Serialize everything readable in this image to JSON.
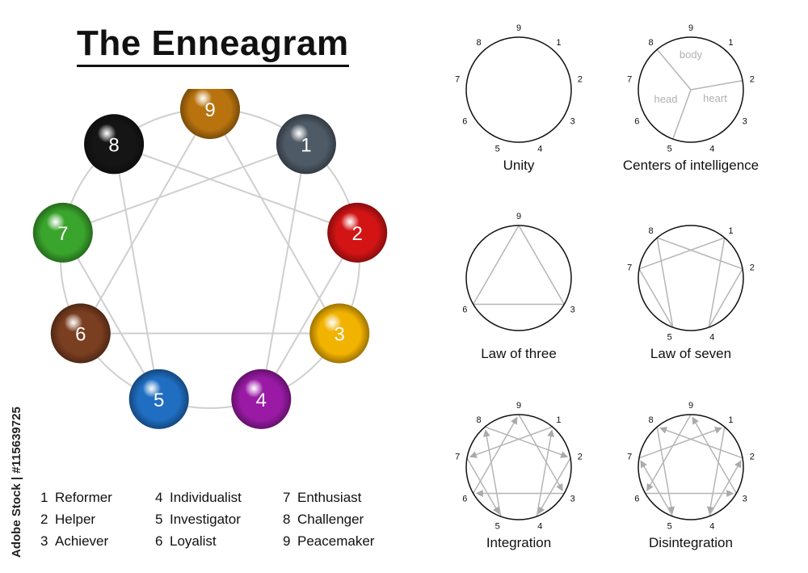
{
  "title": "The Enneagram",
  "stock_id": "Adobe Stock | #115639725",
  "types": [
    {
      "num": "1",
      "name": "Reformer",
      "color": "#4e5a66"
    },
    {
      "num": "2",
      "name": "Helper",
      "color": "#d21414"
    },
    {
      "num": "3",
      "name": "Achiever",
      "color": "#f2b200"
    },
    {
      "num": "4",
      "name": "Individualist",
      "color": "#9a1aa6"
    },
    {
      "num": "5",
      "name": "Investigator",
      "color": "#1f6ec2"
    },
    {
      "num": "6",
      "name": "Loyalist",
      "color": "#7a3e20"
    },
    {
      "num": "7",
      "name": "Enthusiast",
      "color": "#3aa52c"
    },
    {
      "num": "8",
      "name": "Challenger",
      "color": "#151515"
    },
    {
      "num": "9",
      "name": "Peacemaker",
      "color": "#b8730e"
    }
  ],
  "legend_columns": [
    [
      "1",
      "2",
      "3"
    ],
    [
      "4",
      "5",
      "6"
    ],
    [
      "7",
      "8",
      "9"
    ]
  ],
  "mini_diagrams": [
    {
      "id": "unity",
      "caption": "Unity"
    },
    {
      "id": "centers",
      "caption": "Centers of intelligence",
      "labels": {
        "body": "body",
        "head": "head",
        "heart": "heart"
      }
    },
    {
      "id": "three",
      "caption": "Law of three"
    },
    {
      "id": "seven",
      "caption": "Law of seven"
    },
    {
      "id": "integration",
      "caption": "Integration"
    },
    {
      "id": "disintegration",
      "caption": "Disintegration"
    }
  ],
  "sequences": {
    "triangle": [
      "9",
      "3",
      "6"
    ],
    "hexad": [
      "1",
      "4",
      "2",
      "8",
      "5",
      "7"
    ],
    "integration": [
      "1",
      "7",
      "5",
      "8",
      "2",
      "4",
      "1"
    ],
    "integration_triangle": [
      "9",
      "3",
      "6",
      "9"
    ],
    "disintegration": [
      "1",
      "4",
      "2",
      "8",
      "5",
      "7",
      "1"
    ],
    "disintegration_triangle": [
      "9",
      "6",
      "3",
      "9"
    ]
  }
}
